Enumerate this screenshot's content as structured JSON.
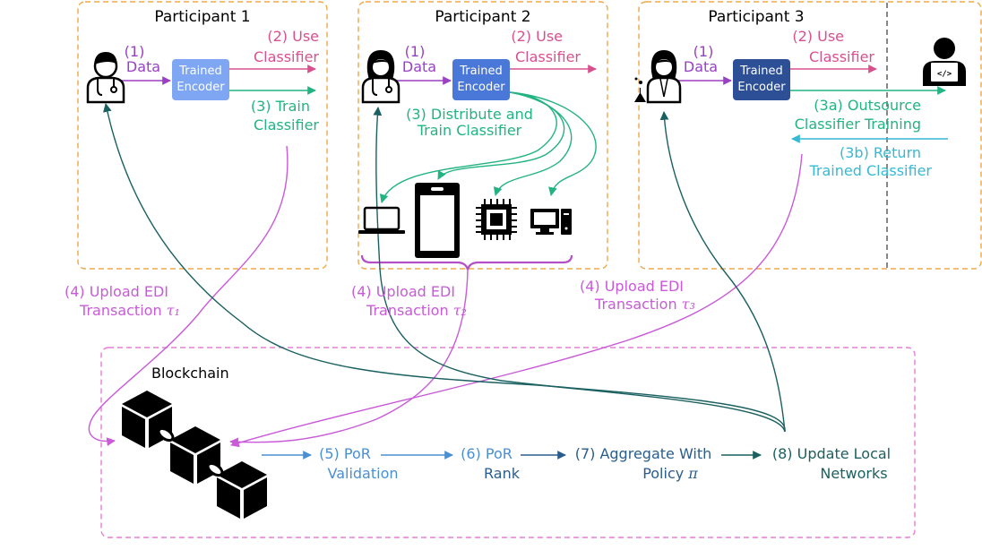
{
  "colors": {
    "orange_border": "#f0a94a",
    "pink_border": "#e57fd6",
    "encoder_1": "#7fa6f2",
    "encoder_2": "#4a78d8",
    "encoder_3": "#2d4f96",
    "purple": "#9a40c4",
    "pink": "#d9508f",
    "teal": "#22b383",
    "magenta": "#c95ad8",
    "cyan": "#35b9d4",
    "blue": "#4a8fd2",
    "navy": "#2a5d8c",
    "dark_teal": "#1b6060"
  },
  "participants": [
    {
      "title": "Participant 1",
      "icon": "doctor-male-icon",
      "data_num": "(1)",
      "data_word": "Data",
      "encoder_line1": "Trained",
      "encoder_line2": "Encoder",
      "use_line1": "(2) Use",
      "use_line2": "Classifier",
      "train_line1": "(3) Train",
      "train_line2": "Classifier"
    },
    {
      "title": "Participant 2",
      "icon": "doctor-female-icon",
      "data_num": "(1)",
      "data_word": "Data",
      "encoder_line1": "Trained",
      "encoder_line2": "Encoder",
      "use_line1": "(2) Use",
      "use_line2": "Classifier",
      "distribute_line1": "(3) Distribute and",
      "distribute_line2": "Train Classifier",
      "devices": [
        "laptop-icon",
        "smartphone-icon",
        "cpu-chip-icon",
        "desktop-computer-icon"
      ]
    },
    {
      "title": "Participant 3",
      "icon": "scientist-icon",
      "data_num": "(1)",
      "data_word": "Data",
      "encoder_line1": "Trained",
      "encoder_line2": "Encoder",
      "use_line1": "(2) Use",
      "use_line2": "Classifier",
      "outsource_line1": "(3a) Outsource",
      "outsource_line2": "Classifier Training",
      "return_line1": "(3b) Return",
      "return_line2": "Trained Classifier",
      "external_icon": "developer-icon"
    }
  ],
  "uploads": [
    {
      "line1": "(4) Upload EDI",
      "line2": "Transaction ",
      "tau": "τ₁"
    },
    {
      "line1": "(4) Upload EDI",
      "line2": "Transaction ",
      "tau": "τ₂"
    },
    {
      "line1": "(4) Upload EDI",
      "line2": "Transaction ",
      "tau": "τ₃"
    }
  ],
  "blockchain": {
    "title": "Blockchain",
    "icon": "blockchain-cubes-icon",
    "steps": [
      {
        "line1": "(5) PoR",
        "line2": "Validation"
      },
      {
        "line1": "(6) PoR",
        "line2": "Rank"
      },
      {
        "line1": "(7) Aggregate With",
        "line2": "Policy ",
        "symbol": "π"
      },
      {
        "line1": "(8) Update Local",
        "line2": "Networks"
      }
    ]
  }
}
